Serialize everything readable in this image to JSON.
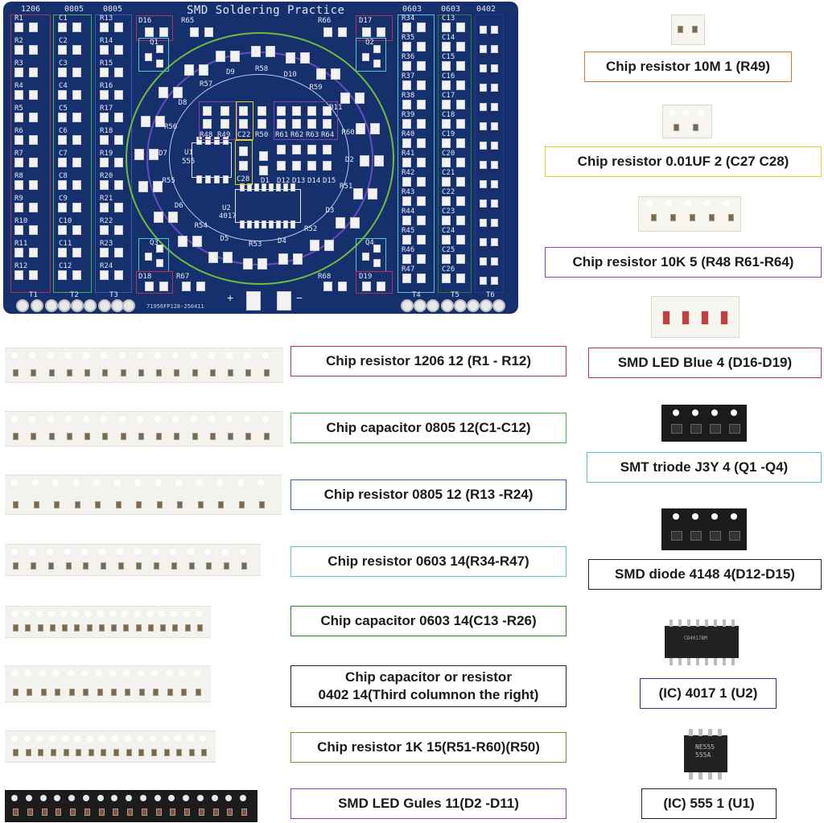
{
  "pcb": {
    "title": "SMD Soldering Practice",
    "code": "71956FP128-250411",
    "plus": "+",
    "minus": "−",
    "size_labels": [
      "1206",
      "0805",
      "0805",
      "0603",
      "0603",
      "0402"
    ],
    "col_r1": [
      "R1",
      "R2",
      "R3",
      "R4",
      "R5",
      "R6",
      "R7",
      "R8",
      "R9",
      "R10",
      "R11",
      "R12"
    ],
    "col_c1": [
      "C1",
      "C2",
      "C3",
      "C4",
      "C5",
      "C6",
      "C7",
      "C8",
      "C9",
      "C10",
      "C11",
      "C12"
    ],
    "col_r13": [
      "R13",
      "R14",
      "R15",
      "R16",
      "R17",
      "R18",
      "R19",
      "R20",
      "R21",
      "R22",
      "R23",
      "R24"
    ],
    "col_r34": [
      "R34",
      "R35",
      "R36",
      "R37",
      "R38",
      "R39",
      "R40",
      "R41",
      "R42",
      "R43",
      "R44",
      "R45",
      "R46",
      "R47"
    ],
    "col_c13": [
      "C13",
      "C14",
      "C15",
      "C16",
      "C17",
      "C18",
      "C19",
      "C20",
      "C21",
      "C22",
      "C23",
      "C24",
      "C25",
      "C26"
    ],
    "misc": {
      "d16": "D16",
      "r65": "R65",
      "q1": "Q1",
      "r66": "R66",
      "d17": "D17",
      "q2": "Q2",
      "q3": "Q3",
      "d18": "D18",
      "r67": "R67",
      "r68": "R68",
      "q4": "Q4",
      "d19": "D19",
      "t1": "T1",
      "t2": "T2",
      "t3": "T3",
      "t4": "T4",
      "t5": "T5",
      "t6": "T6",
      "u1": "U1",
      "u1b": "555",
      "u2": "U2",
      "u2b": "4017",
      "r48": "R48",
      "r49": "R49",
      "c22": "C22",
      "r50": "R50",
      "r61": "R61",
      "r62": "R62",
      "r63": "R63",
      "r64": "R64",
      "c28": "C28",
      "d1": "D1",
      "d12": "D12",
      "d13": "D13",
      "d14": "D14",
      "d15": "D15",
      "d2": "D2",
      "d3": "D3",
      "d4": "D4",
      "d5": "D5",
      "d6": "D6",
      "d7": "D7",
      "d8": "D8",
      "d9": "D9",
      "d10": "D10",
      "d11": "D11",
      "r51": "R51",
      "r52": "R52",
      "r53": "R53",
      "r54": "R54",
      "r55": "R55",
      "r56": "R56",
      "r57": "R57",
      "r58": "R58",
      "r59": "R59",
      "r60": "R60"
    }
  },
  "right_labels": {
    "r49": "Chip resistor  10M  1 (R49)",
    "c27": "Chip resistor 0.01UF 2 (C27 C28)",
    "r48": "Chip resistor 10K 5 (R48 R61-R64)",
    "led_blue": "SMD LED Blue 4 (D16-D19)",
    "triode": "SMT triode J3Y 4 (Q1 -Q4)",
    "diode": "SMD diode 4148 4(D12-D15)",
    "ic4017": "(IC) 4017 1 (U2)",
    "ic555": "(IC) 555 1 (U1)"
  },
  "left_labels": {
    "r1206": "Chip resistor 1206 12 (R1 - R12)",
    "c0805": "Chip capacitor 0805 12(C1-C12)",
    "r0805": "Chip resistor 0805 12 (R13 -R24)",
    "r0603": "Chip resistor 0603 14(R34-R47)",
    "c0603": "Chip capacitor 0603 14(C13 -R26)",
    "c0402_line1": "Chip capacitor or resistor",
    "c0402_line2": "0402 14(Third columnon the right)",
    "r1k": "Chip resistor 1K 15(R51-R60)(R50)",
    "led_red": "SMD LED Gules 11(D2 -D11)"
  },
  "chip_markings": {
    "ic4017": "CD4017BM",
    "ic555_l1": "NE555",
    "ic555_l2": "555A"
  },
  "colors": {
    "pcb": "#16306e",
    "red": "#b2334d",
    "green": "#3cb54a",
    "blue": "#3b5aa8",
    "cyan": "#52c9c9",
    "darkgreen": "#2e7d32",
    "yellow": "#e3d21b",
    "purple": "#8a3fb5",
    "orange": "#c77b30",
    "olive": "#7d8f2a",
    "black": "#222222",
    "navy": "#2a3a8a"
  }
}
